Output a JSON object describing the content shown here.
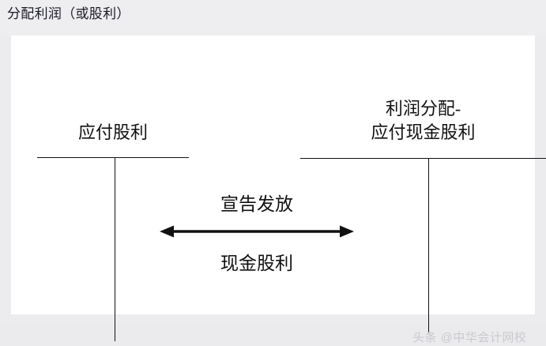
{
  "header": {
    "title": "分配利润（或股利）"
  },
  "diagram": {
    "type": "t-account-flow",
    "accounts": [
      {
        "id": "payable-dividends",
        "label": "应付股利",
        "label_lines": [
          "应付股利"
        ],
        "position": "left"
      },
      {
        "id": "profit-distribution-cash-dividends",
        "label": "利润分配-应付现金股利",
        "label_lines": [
          "利润分配-",
          "应付现金股利"
        ],
        "position": "right"
      }
    ],
    "flow": {
      "arrow": "double-headed-horizontal",
      "label_above": "宣告发放",
      "label_below": "现金股利"
    }
  },
  "watermark": {
    "text": "头条 @中华会计网校"
  },
  "colors": {
    "page_background": "#ececee",
    "title_bar": "#eeeef0",
    "card_background": "#ffffff",
    "ink": "#111111",
    "title_text": "#1a1a26",
    "watermark": "#c9c9cf"
  }
}
